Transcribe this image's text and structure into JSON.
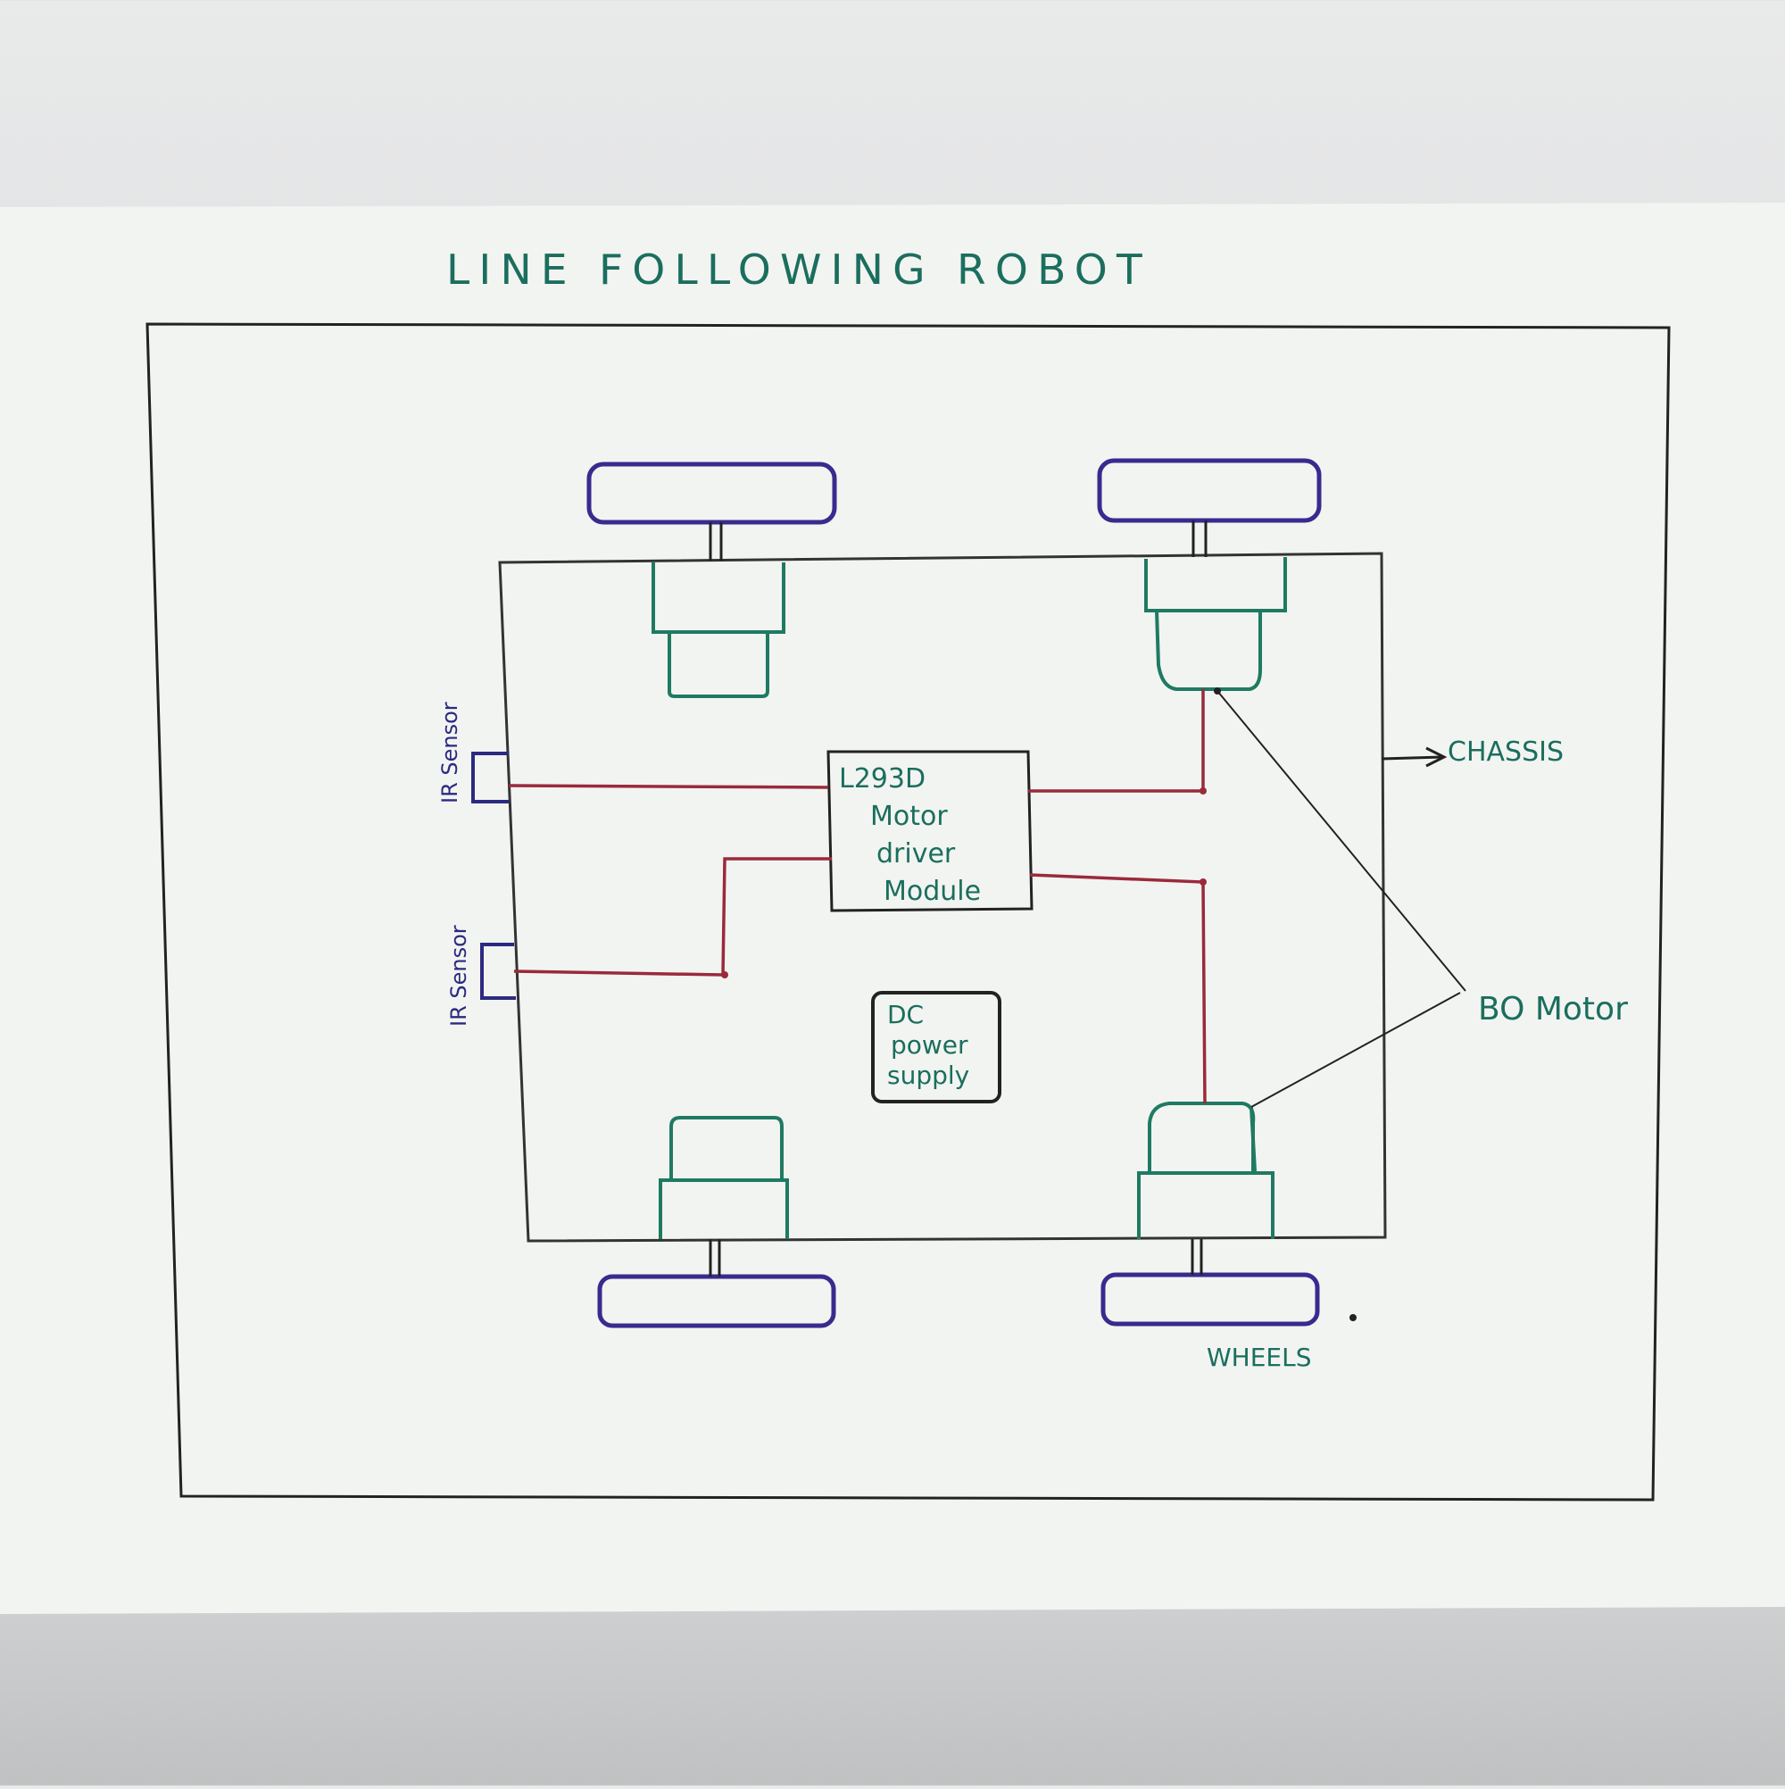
{
  "title": "LINE FOLLOWING ROBOT",
  "labels": {
    "chassis": "CHASSIS",
    "motor": "BO Motor",
    "wheels": "WHEELS",
    "ir_sensor_1": "IR Sensor",
    "ir_sensor_2": "IR Sensor"
  },
  "driver_module": {
    "line1": "L293D",
    "line2": "Motor",
    "line3": "driver",
    "line4": "Module"
  },
  "power_supply": {
    "line1": "DC",
    "line2": "power",
    "line3": "supply"
  },
  "colors": {
    "paper": "#f2f4f1",
    "frame": "#222222",
    "text_green": "#1b6e5e",
    "wheel_blue": "#3a2a8e",
    "motor_green": "#1f7a62",
    "wire_red": "#9a2a3a",
    "sensor_blue": "#2c2a80"
  }
}
